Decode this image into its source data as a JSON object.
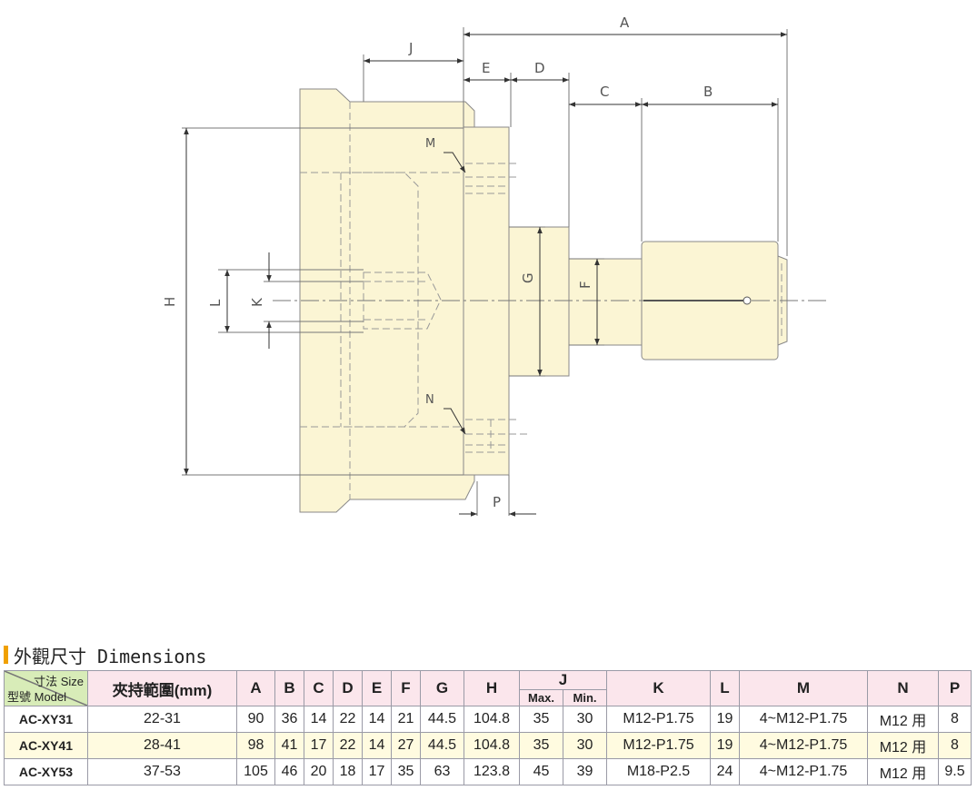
{
  "drawing": {
    "dimension_labels": {
      "A": "A",
      "B": "B",
      "C": "C",
      "D": "D",
      "E": "E",
      "F": "F",
      "G": "G",
      "H": "H",
      "J": "J",
      "K": "K",
      "L": "L",
      "M": "M",
      "N": "N",
      "P": "P"
    }
  },
  "section": {
    "title": "外觀尺寸 Dimensions"
  },
  "table": {
    "corner_top": "寸法 Size",
    "corner_bottom": "型號 Model",
    "headers": {
      "range": "夾持範圍(mm)",
      "A": "A",
      "B": "B",
      "C": "C",
      "D": "D",
      "E": "E",
      "F": "F",
      "G": "G",
      "H": "H",
      "J": "J",
      "J_max": "Max.",
      "J_min": "Min.",
      "K": "K",
      "L": "L",
      "M": "M",
      "N": "N",
      "P": "P"
    },
    "rows": [
      {
        "model": "AC-XY31",
        "range": "22-31",
        "A": "90",
        "B": "36",
        "C": "14",
        "D": "22",
        "E": "14",
        "F": "21",
        "G": "44.5",
        "H": "104.8",
        "J_max": "35",
        "J_min": "30",
        "K": "M12-P1.75",
        "L": "19",
        "M": "4~M12-P1.75",
        "N": "M12 用",
        "P": "8"
      },
      {
        "model": "AC-XY41",
        "range": "28-41",
        "A": "98",
        "B": "41",
        "C": "17",
        "D": "22",
        "E": "14",
        "F": "27",
        "G": "44.5",
        "H": "104.8",
        "J_max": "35",
        "J_min": "30",
        "K": "M12-P1.75",
        "L": "19",
        "M": "4~M12-P1.75",
        "N": "M12 用",
        "P": "8"
      },
      {
        "model": "AC-XY53",
        "range": "37-53",
        "A": "105",
        "B": "46",
        "C": "20",
        "D": "18",
        "E": "17",
        "F": "35",
        "G": "63",
        "H": "123.8",
        "J_max": "45",
        "J_min": "39",
        "K": "M18-P2.5",
        "L": "24",
        "M": "4~M12-P1.75",
        "N": "M12 用",
        "P": "9.5"
      }
    ]
  }
}
